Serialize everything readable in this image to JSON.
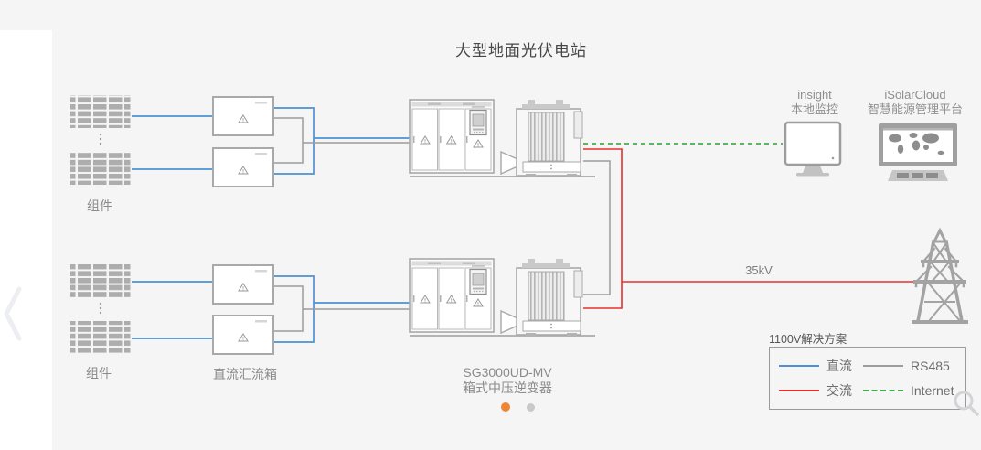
{
  "page": {
    "title": "大型地面光伏电站"
  },
  "labels": {
    "pv_top": "组件",
    "pv_bottom": "组件",
    "combiner": "直流汇流箱",
    "inverter_model": "SG3000UD-MV",
    "inverter_type": "箱式中压逆变器",
    "grid_voltage": "35kV"
  },
  "monitoring": {
    "insight_name": "insight",
    "insight_desc": "本地监控",
    "cloud_name": "iSolarCloud",
    "cloud_desc": "智慧能源管理平台"
  },
  "legend": {
    "title": "1100V解决方案",
    "items": [
      {
        "label": "直流",
        "line_style": "solid",
        "color": "#4e92d2"
      },
      {
        "label": "RS485",
        "line_style": "solid",
        "color": "#9c9c9c"
      },
      {
        "label": "交流",
        "line_style": "solid",
        "color": "#e8302a"
      },
      {
        "label": "Internet",
        "line_style": "dashed",
        "color": "#3fae49"
      }
    ]
  },
  "pagination": {
    "count": 2,
    "active_index": 0
  },
  "connections": [
    {
      "type": "直流",
      "from": "组件",
      "to": "直流汇流箱"
    },
    {
      "type": "直流",
      "from": "直流汇流箱",
      "to": "SG3000UD-MV"
    },
    {
      "type": "交流",
      "from": "SG3000UD-MV",
      "to": "35kV"
    },
    {
      "type": "RS485",
      "from": "SG3000UD-MV",
      "to": "SG3000UD-MV"
    },
    {
      "type": "Internet",
      "from": "SG3000UD-MV",
      "to": "insight"
    }
  ],
  "colors": {
    "background": "#f5f5f6",
    "side_panel": "#ffffff",
    "dc_line": "#4e92d2",
    "ac_line": "#e8302a",
    "rs485_line": "#9c9c9c",
    "internet_line": "#3fae49",
    "icon_gray": "#a9a9a9",
    "text_gray": "#8a8a8a",
    "active_dot": "#ed8733",
    "inactive_dot": "#c9c9c9"
  }
}
